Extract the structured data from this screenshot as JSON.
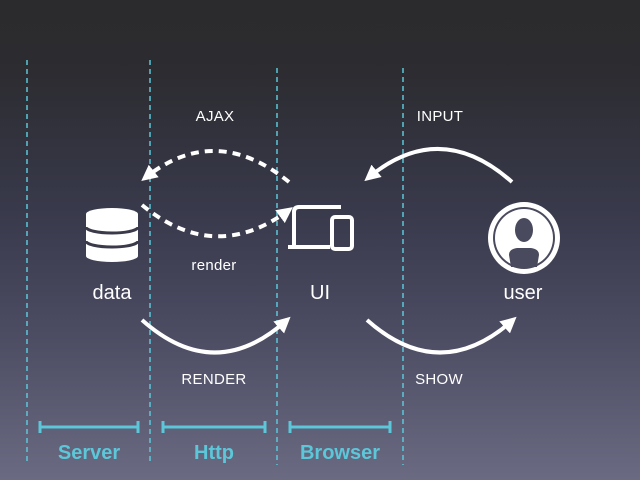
{
  "nodes": {
    "data": "data",
    "ui": "UI",
    "user": "user"
  },
  "flows": {
    "ajax": "AJAX",
    "render_lower": "render",
    "render_upper": "RENDER",
    "input": "INPUT",
    "show": "SHOW"
  },
  "layers": {
    "server": "Server",
    "http": "Http",
    "browser": "Browser"
  },
  "colors": {
    "accent": "#5bc7d8",
    "foreground": "#ffffff",
    "background_top": "#2b2b2d",
    "background_bottom": "#6a6a82"
  },
  "icons": {
    "data": "database-icon",
    "ui": "devices-icon",
    "user": "user-avatar-icon"
  }
}
